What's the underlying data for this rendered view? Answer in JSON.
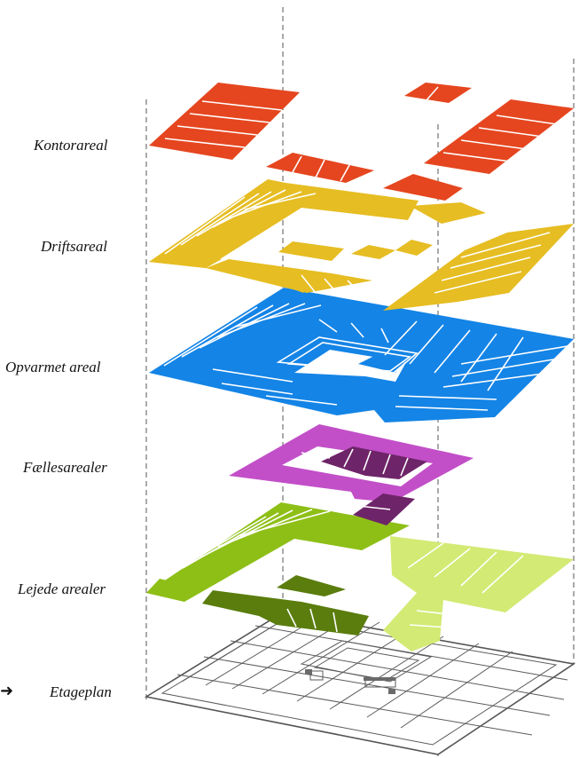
{
  "diagram": {
    "layers": [
      {
        "key": "kontor",
        "label": "Kontorareal",
        "color": "#e5461f"
      },
      {
        "key": "drift",
        "label": "Driftsareal",
        "color": "#e6bd22"
      },
      {
        "key": "opvarmet",
        "label": "Opvarmet areal",
        "color": "#1484e6"
      },
      {
        "key": "faelles",
        "label": "Fællesarealer",
        "color": "#c24fc8",
        "accent": "#6e2468"
      },
      {
        "key": "lejede",
        "label": "Lejede arealer",
        "color": "#8ebf17",
        "accent": "#5a7d0d",
        "light": "#d3ea74"
      },
      {
        "key": "etage",
        "label": "Etageplan",
        "color": "#ffffff",
        "line": "#5b5b5b"
      }
    ],
    "guide_color": "#555555",
    "arrow_icon": "right-arrow-icon"
  }
}
